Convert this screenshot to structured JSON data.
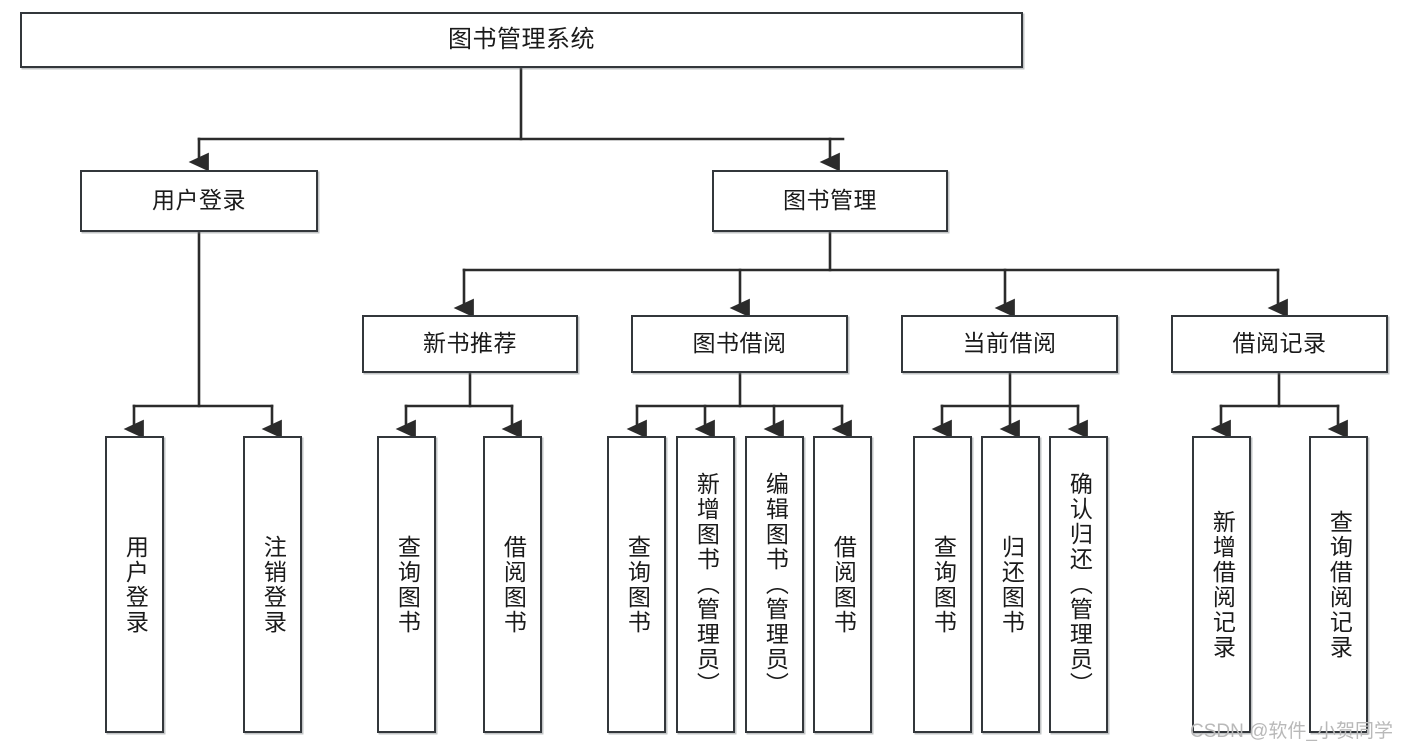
{
  "diagram": {
    "title": "图书管理系统",
    "type": "tree-hierarchy-chart",
    "orientation": "top-down",
    "colors": {
      "box_border": "#33373b",
      "box_fill": "#ffffff",
      "edge": "#2b2b2b",
      "text": "#1a1a1a",
      "watermark": "#b9b9b9"
    },
    "watermark": "CSDN @软件_小贺同学"
  },
  "nodes": {
    "root": {
      "label": "图书管理系统"
    },
    "level2": [
      {
        "id": "user-login",
        "label": "用户登录"
      },
      {
        "id": "book-management",
        "label": "图书管理"
      }
    ],
    "level3": [
      {
        "id": "new-book-recommend",
        "label": "新书推荐"
      },
      {
        "id": "book-borrow",
        "label": "图书借阅"
      },
      {
        "id": "current-borrow",
        "label": "当前借阅"
      },
      {
        "id": "borrow-record",
        "label": "借阅记录"
      }
    ],
    "leaves": {
      "user_login": [
        {
          "id": "leaf-user-login",
          "label": "用户登录"
        },
        {
          "id": "leaf-logout-login",
          "label": "注销登录"
        }
      ],
      "new_book_recommend": [
        {
          "id": "leaf-query-book-1",
          "label": "查询图书"
        },
        {
          "id": "leaf-borrow-book-1",
          "label": "借阅图书"
        }
      ],
      "book_borrow": [
        {
          "id": "leaf-query-book-2",
          "label": "查询图书"
        },
        {
          "id": "leaf-add-book",
          "label": "新增图书（管理员）"
        },
        {
          "id": "leaf-edit-book",
          "label": "编辑图书（管理员）"
        },
        {
          "id": "leaf-borrow-book-2",
          "label": "借阅图书"
        }
      ],
      "current_borrow": [
        {
          "id": "leaf-query-book-3",
          "label": "查询图书"
        },
        {
          "id": "leaf-return-book",
          "label": "归还图书"
        },
        {
          "id": "leaf-confirm-return",
          "label": "确认归还（管理员）"
        }
      ],
      "borrow_record": [
        {
          "id": "leaf-add-record",
          "label": "新增借阅记录"
        },
        {
          "id": "leaf-query-record",
          "label": "查询借阅记录"
        }
      ]
    }
  }
}
